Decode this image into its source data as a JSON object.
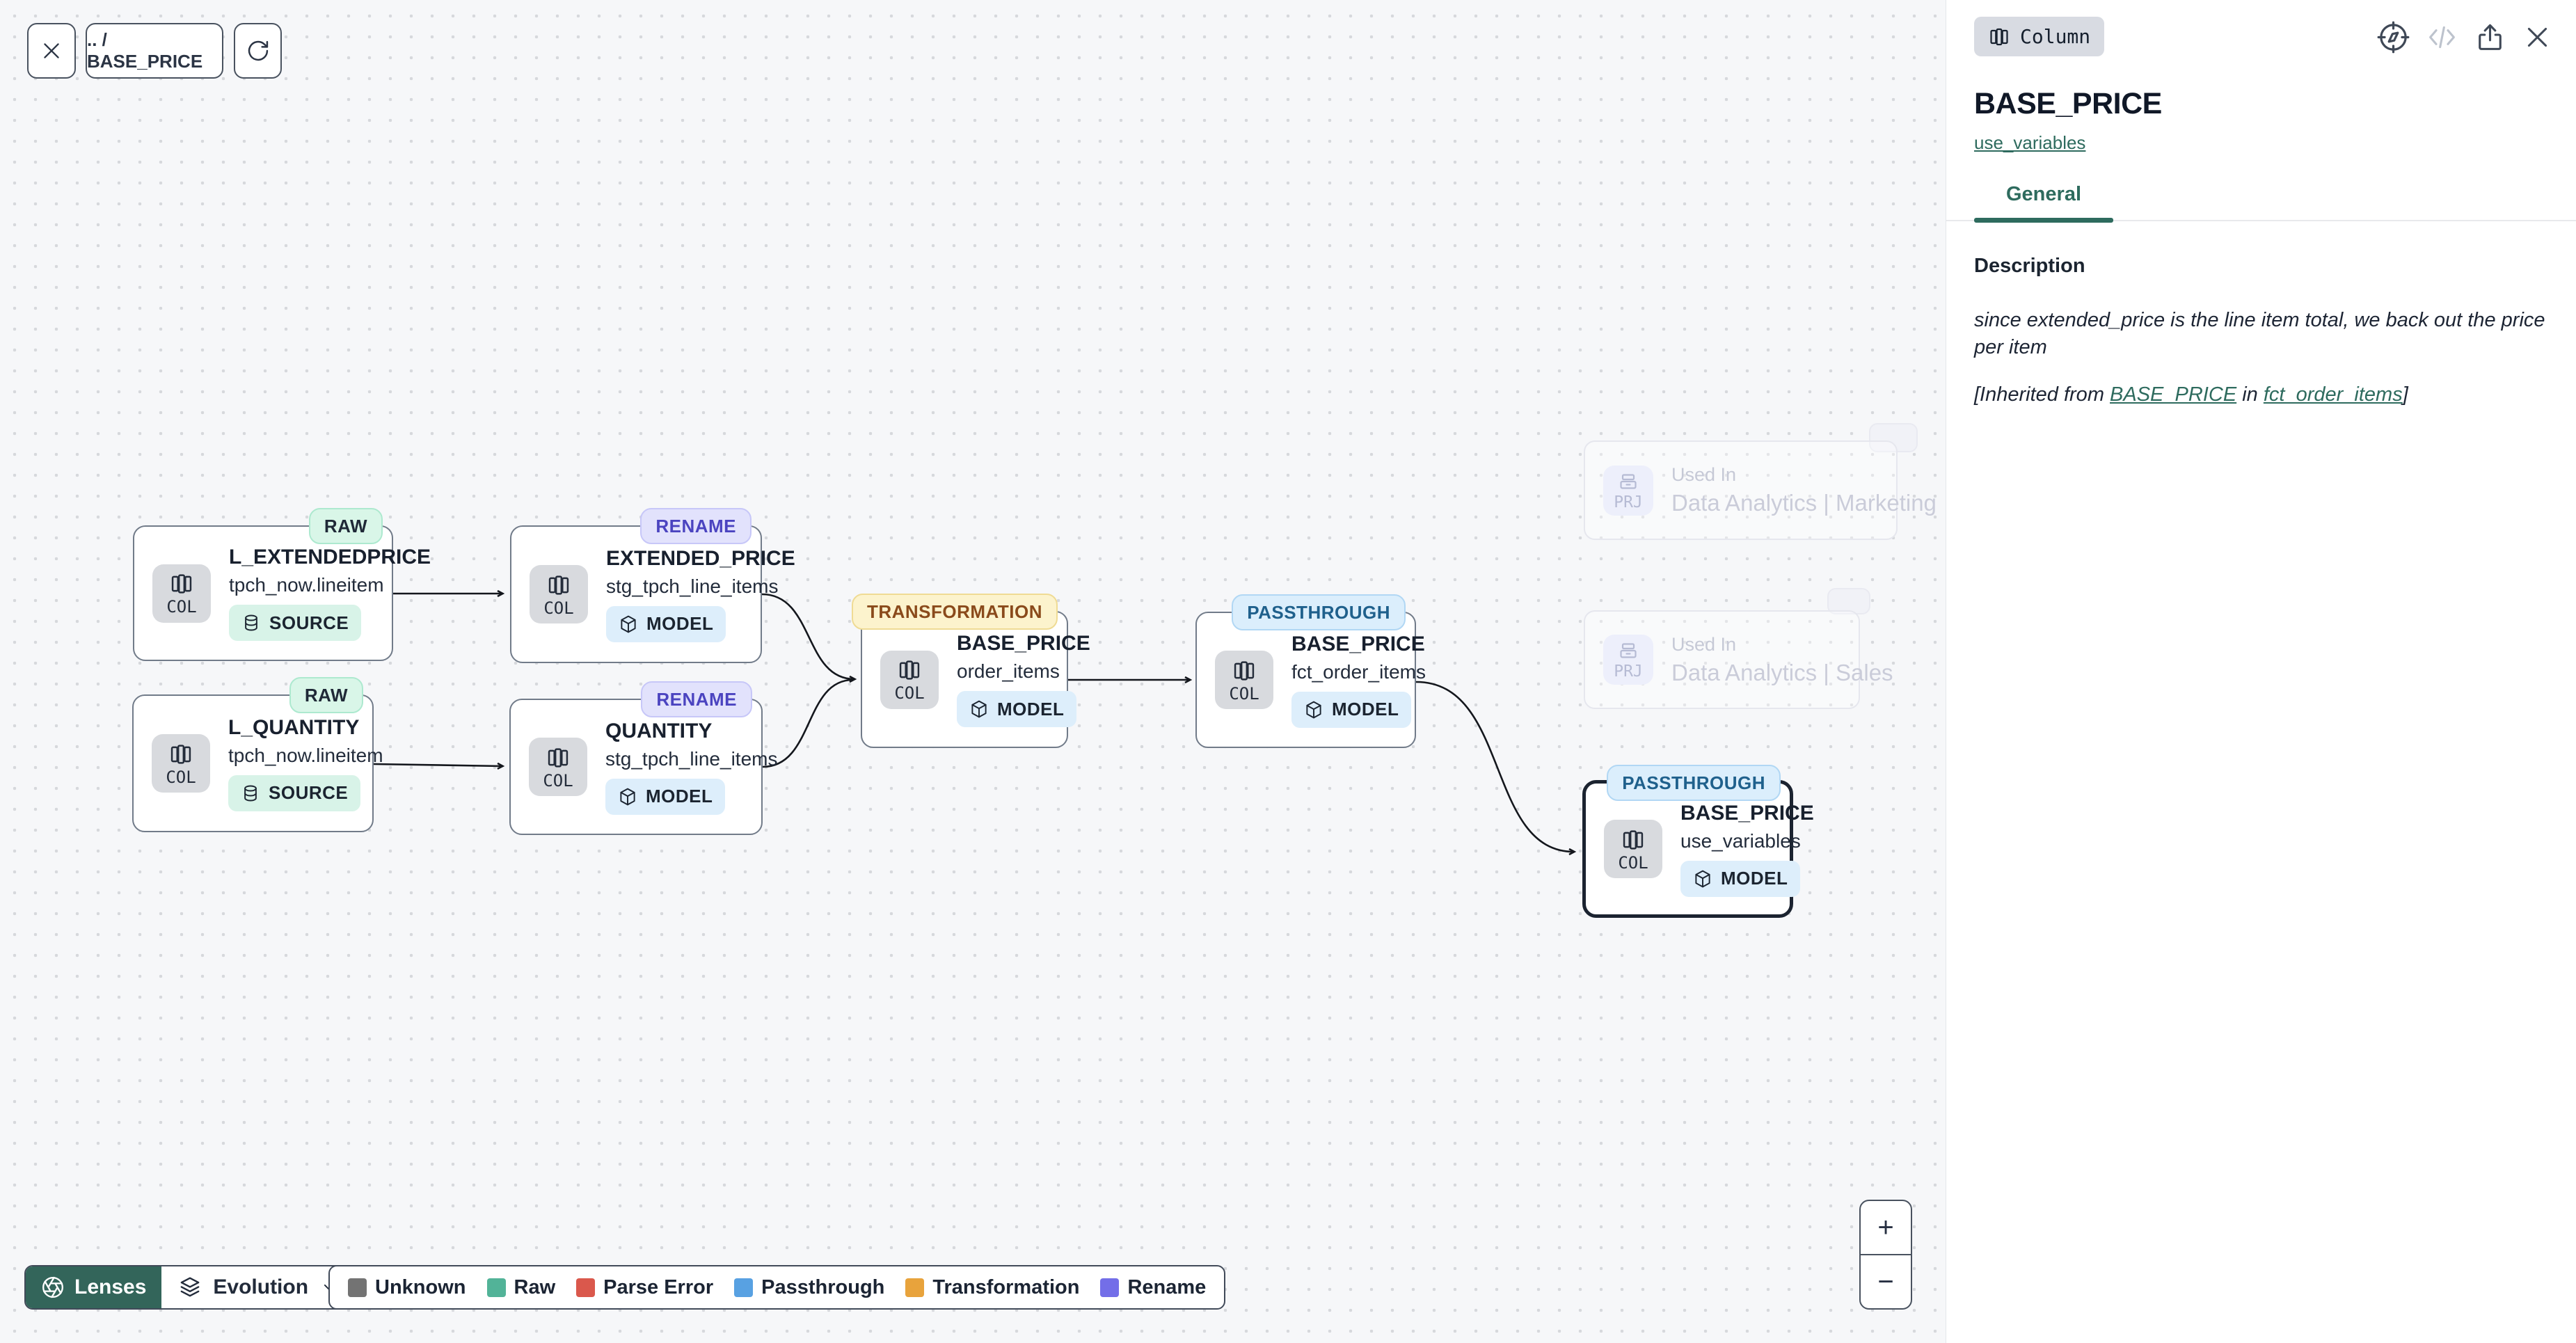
{
  "toolbar": {
    "breadcrumb": ".. / BASE_PRICE"
  },
  "nodes": [
    {
      "title": "L_EXTENDEDPRICE",
      "subtitle": "tpch_now.lineitem",
      "type_label": "COL",
      "pill": "SOURCE",
      "badge": "RAW"
    },
    {
      "title": "EXTENDED_PRICE",
      "subtitle": "stg_tpch_line_items",
      "type_label": "COL",
      "pill": "MODEL",
      "badge": "RENAME"
    },
    {
      "title": "L_QUANTITY",
      "subtitle": "tpch_now.lineitem",
      "type_label": "COL",
      "pill": "SOURCE",
      "badge": "RAW"
    },
    {
      "title": "QUANTITY",
      "subtitle": "stg_tpch_line_items",
      "type_label": "COL",
      "pill": "MODEL",
      "badge": "RENAME"
    },
    {
      "title": "BASE_PRICE",
      "subtitle": "order_items",
      "type_label": "COL",
      "pill": "MODEL",
      "badge": "TRANSFORMATION"
    },
    {
      "title": "BASE_PRICE",
      "subtitle": "fct_order_items",
      "type_label": "COL",
      "pill": "MODEL",
      "badge": "PASSTHROUGH"
    },
    {
      "title": "BASE_PRICE",
      "subtitle": "use_variables",
      "type_label": "COL",
      "pill": "MODEL",
      "badge": "PASSTHROUGH",
      "selected": true
    }
  ],
  "ghost_nodes": [
    {
      "label": "Used In",
      "name": "Data Analytics | Marketing",
      "type_label": "PRJ"
    },
    {
      "label": "Used In",
      "name": "Data Analytics | Sales",
      "type_label": "PRJ"
    }
  ],
  "lenses": {
    "primary": "Lenses",
    "selector": "Evolution"
  },
  "legend": [
    {
      "label": "Unknown",
      "color": "#737373"
    },
    {
      "label": "Raw",
      "color": "#52b398"
    },
    {
      "label": "Parse Error",
      "color": "#da584c"
    },
    {
      "label": "Passthrough",
      "color": "#58a1e2"
    },
    {
      "label": "Transformation",
      "color": "#e8a33c"
    },
    {
      "label": "Rename",
      "color": "#736ee8"
    }
  ],
  "zoom": {
    "in": "+",
    "out": "−"
  },
  "panel": {
    "type_badge": "Column",
    "title": "BASE_PRICE",
    "model_link": "use_variables",
    "tabs": [
      {
        "label": "General",
        "active": true
      }
    ],
    "description_heading": "Description",
    "description_text": "since extended_price is the line item total, we back out the price per item",
    "inherited_prefix": "[Inherited from ",
    "inherited_link1": "BASE_PRICE",
    "inherited_mid": " in ",
    "inherited_link2": "fct_order_items",
    "inherited_suffix": "]"
  }
}
